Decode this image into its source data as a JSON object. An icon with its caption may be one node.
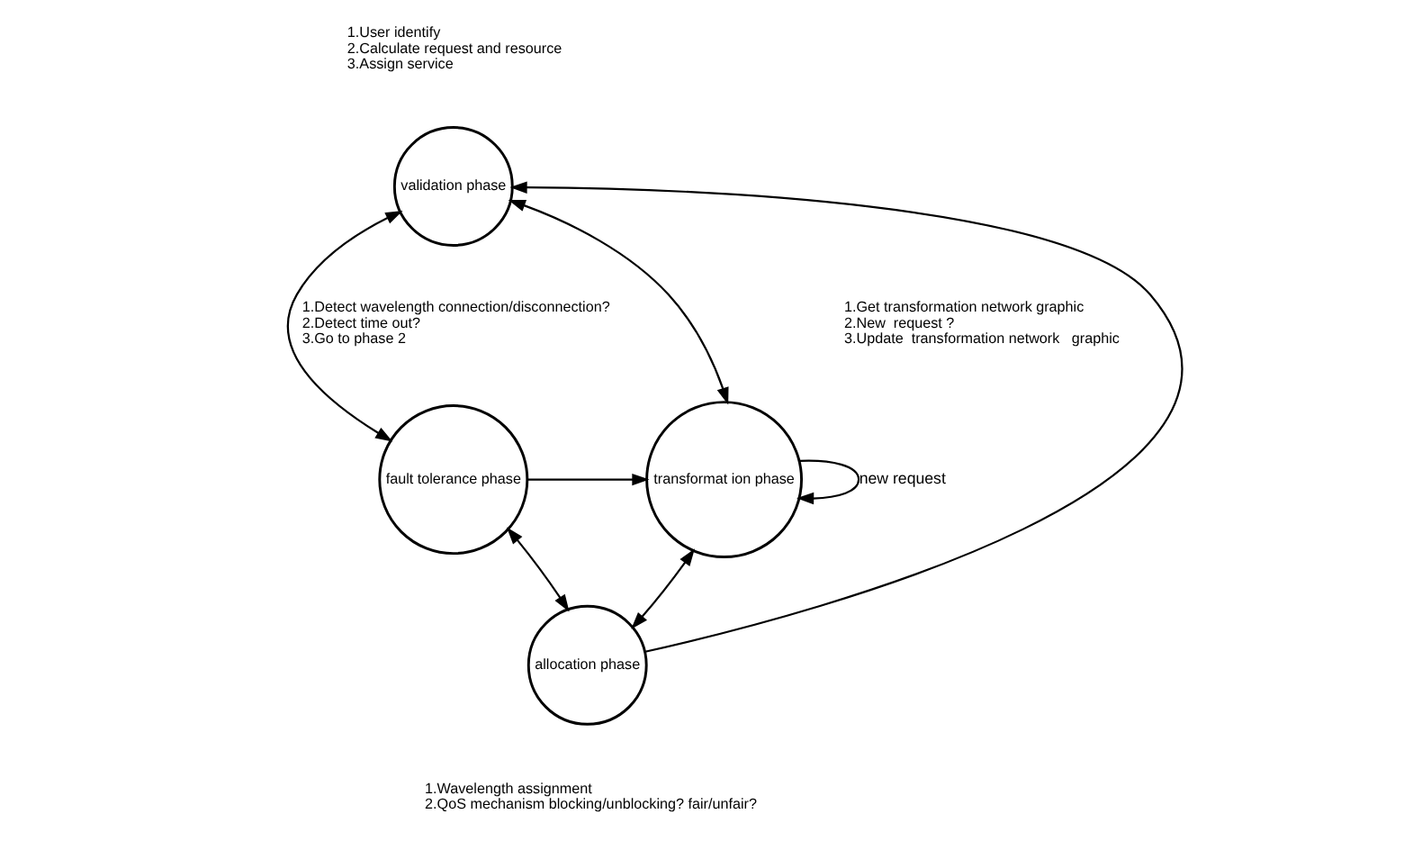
{
  "diagram": {
    "nodes": [
      {
        "text": [
          "validation phase"
        ],
        "beside": [
          "1.User identify",
          "2.Calculate request and resource",
          "3.Assign service"
        ]
      },
      {
        "text": [
          "fault tolerance phase"
        ],
        "beside": [
          "1.Detect wavelength connection/disconnection?",
          "2.Detect time out?",
          "3.Go to phase 2"
        ]
      },
      {
        "text": [
          "transformat ion phase"
        ],
        "beside": [
          "1.Get transformation network graphic",
          "2.New  request ?",
          "3.Update  transformation network   graphic"
        ]
      },
      {
        "text": [
          "allocation phase"
        ],
        "beside": [
          "1.Wavelength assignment",
          "2.QoS mechanism blocking/unblocking? fair/unfair?"
        ]
      }
    ],
    "edges": [
      {
        "from": 1,
        "to": 0,
        "arrow": "both"
      },
      {
        "from": 0,
        "to": 2,
        "arrow": "both"
      },
      {
        "from": 1,
        "to": 2,
        "arrow": "to"
      },
      {
        "from": 3,
        "to": 0,
        "arrow": "to"
      },
      {
        "from": 1,
        "to": 3,
        "arrow": "both"
      },
      {
        "from": 3,
        "to": 2,
        "arrow": "both"
      },
      {
        "from": 2,
        "to": 2,
        "arrow": "to",
        "label": "new request"
      }
    ]
  }
}
